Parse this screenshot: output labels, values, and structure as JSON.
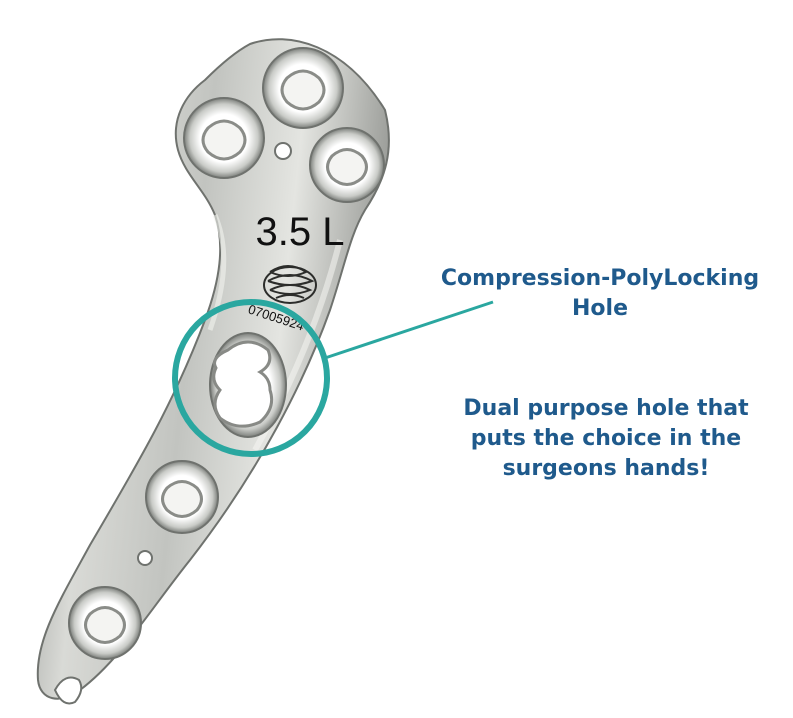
{
  "plate": {
    "size_label": "3.5 L",
    "serial_number": "07005924"
  },
  "callout": {
    "title_lines": [
      "Compression-PolyLocking",
      "Hole"
    ],
    "description_lines": [
      "Dual purpose hole that",
      "puts the choice in the",
      "surgeons hands!"
    ],
    "accent_color": "#1f5a8c",
    "highlight_color": "#2aa7a0"
  }
}
